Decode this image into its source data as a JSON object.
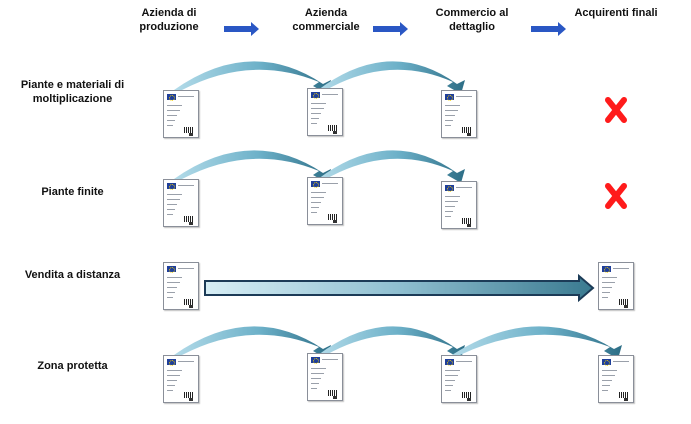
{
  "columns": [
    {
      "lines": [
        "Azienda di",
        "produzione"
      ]
    },
    {
      "lines": [
        "Azienda",
        "commerciale"
      ]
    },
    {
      "lines": [
        "Commercio al",
        "dettaglio"
      ]
    },
    {
      "lines": [
        "Acquirenti finali"
      ]
    }
  ],
  "rows": [
    {
      "lines": [
        "Piante e materiali di",
        "moltiplicazione"
      ],
      "passports": [
        0,
        1,
        2
      ],
      "arrows": [
        [
          0,
          1
        ],
        [
          1,
          2
        ]
      ],
      "cross": true
    },
    {
      "lines": [
        "Piante finite"
      ],
      "passports": [
        0,
        1,
        2
      ],
      "arrows": [
        [
          0,
          1
        ],
        [
          1,
          2
        ]
      ],
      "cross": true
    },
    {
      "lines": [
        "Vendita a distanza"
      ],
      "passports": [
        0,
        3
      ],
      "arrows": [],
      "long_arrow": [
        0,
        3
      ],
      "cross": false
    },
    {
      "lines": [
        "Zona protetta"
      ],
      "passports": [
        0,
        1,
        2,
        3
      ],
      "arrows": [
        [
          0,
          1
        ],
        [
          1,
          2
        ],
        [
          2,
          3
        ]
      ],
      "cross": false
    }
  ],
  "icons": {
    "header_arrow": "blue-right-arrow-icon",
    "not_allowed": "red-cross-icon",
    "document": "plant-passport-icon"
  },
  "colors": {
    "header_arrow": "#2a57c4",
    "arc_light": "#a9d3e3",
    "arc_dark": "#2d6e86",
    "cross": "#ff1b1b"
  }
}
